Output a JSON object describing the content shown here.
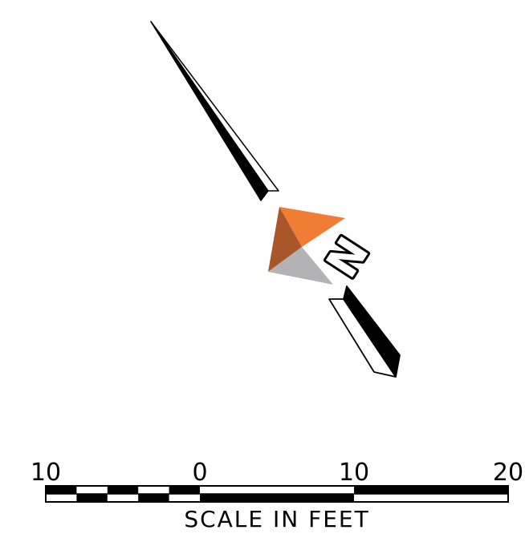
{
  "north_arrow": {
    "letter": "N",
    "colors": {
      "orange": "#f07d33",
      "brown": "#a8562a",
      "gray": "#b3b3b6",
      "black": "#000000"
    }
  },
  "scale_bar": {
    "tick_labels": [
      "10",
      "0",
      "10",
      "20"
    ],
    "title": "SCALE IN FEET"
  }
}
